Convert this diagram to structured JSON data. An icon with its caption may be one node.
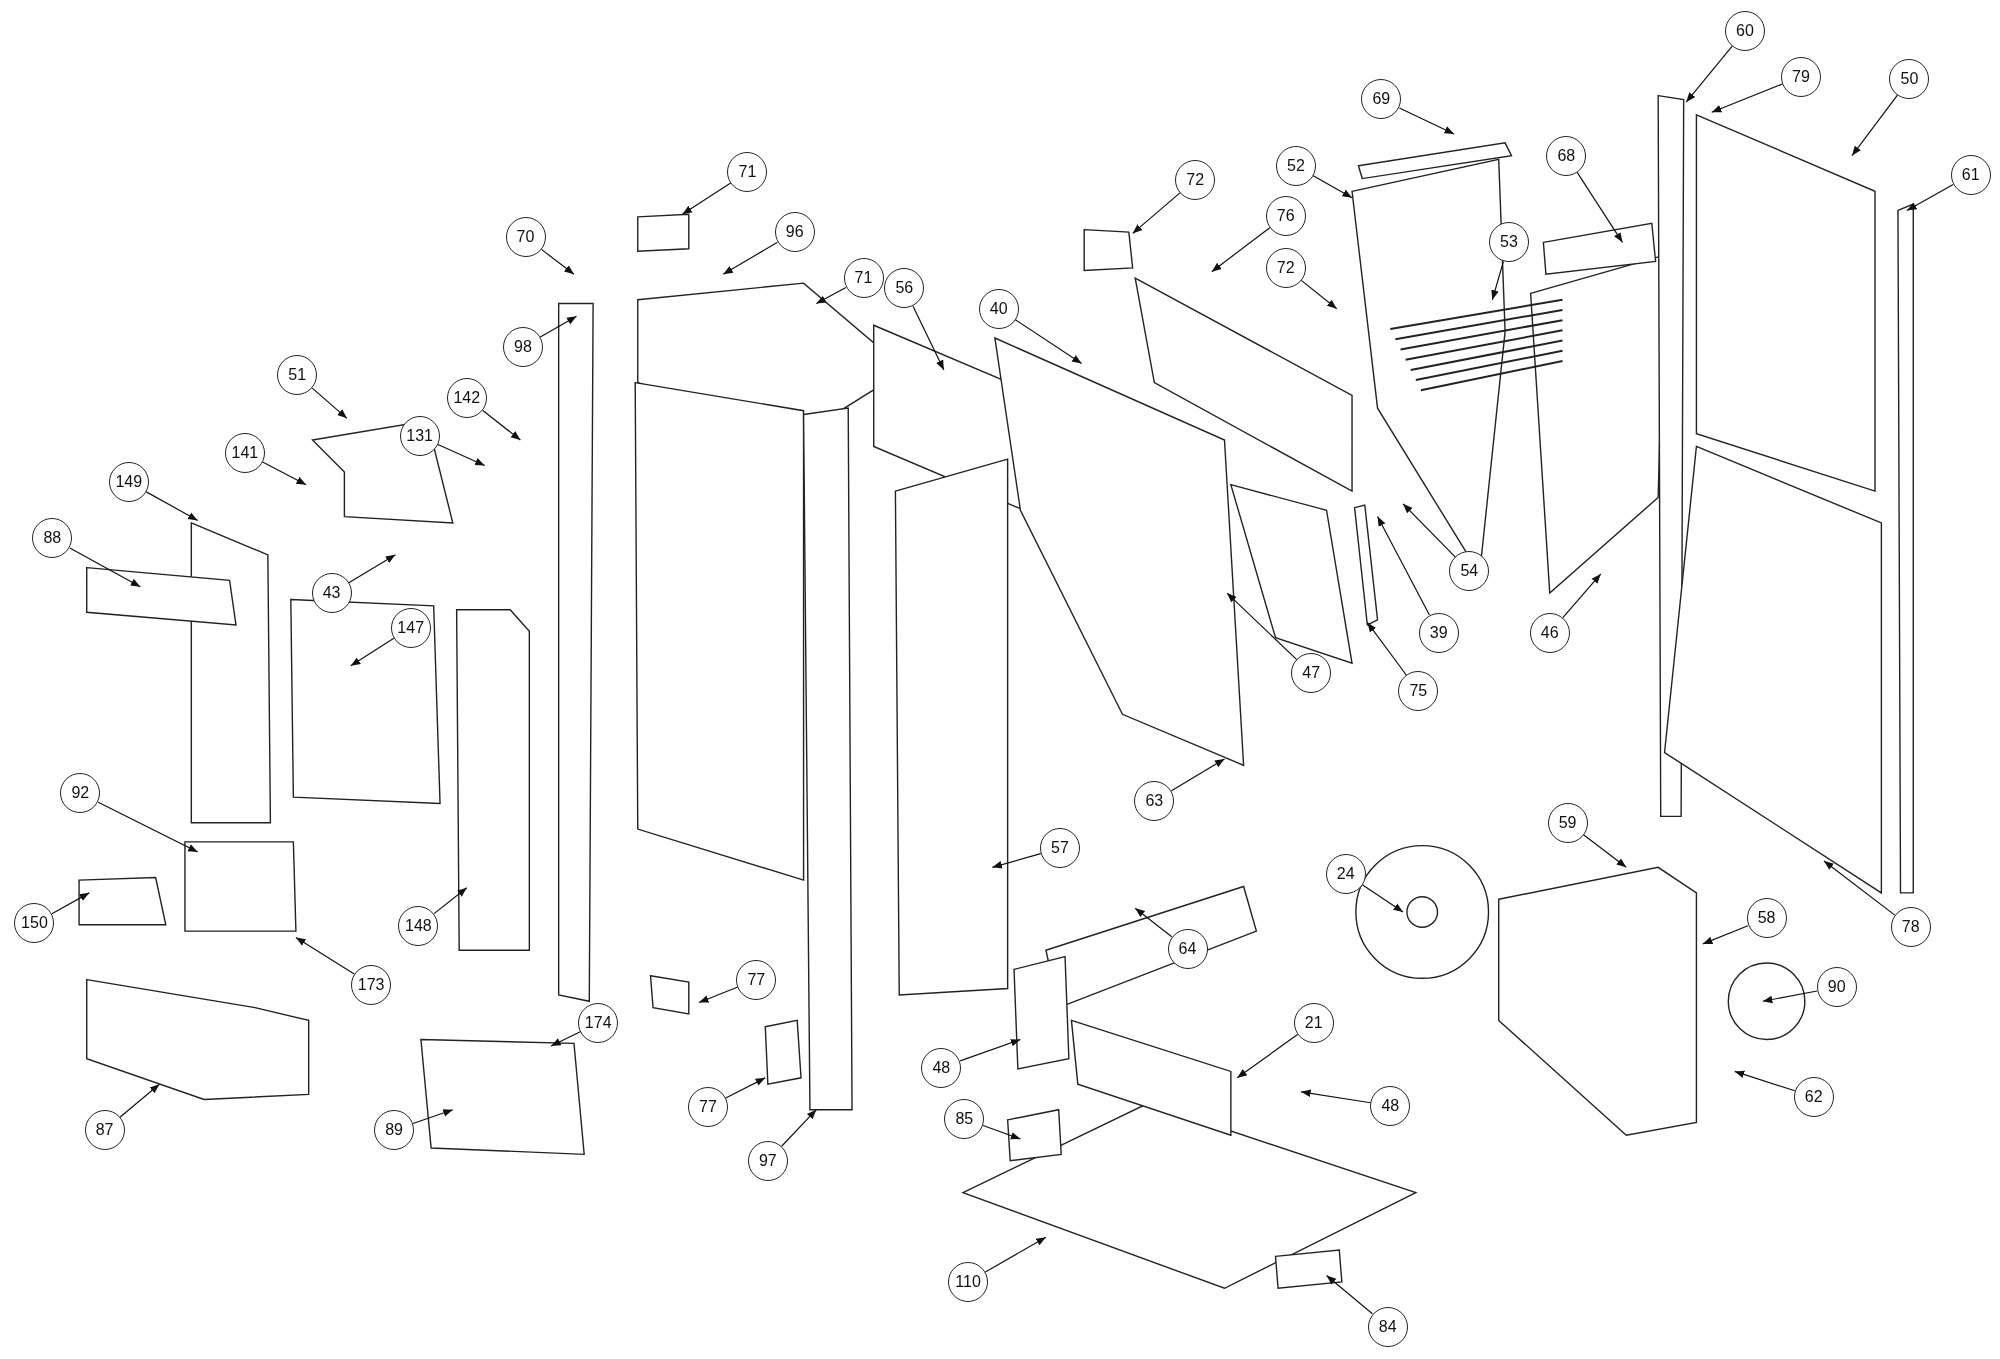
{
  "diagram": {
    "nodes": [
      {
        "text": [
          "60"
        ]
      },
      {
        "text": [
          "79"
        ]
      },
      {
        "text": [
          "50"
        ]
      },
      {
        "text": [
          "69"
        ]
      },
      {
        "text": [
          "61"
        ]
      },
      {
        "text": [
          "52"
        ]
      },
      {
        "text": [
          "68"
        ]
      },
      {
        "text": [
          "71"
        ]
      },
      {
        "text": [
          "72"
        ]
      },
      {
        "text": [
          "76"
        ]
      },
      {
        "text": [
          "96"
        ]
      },
      {
        "text": [
          "70"
        ]
      },
      {
        "text": [
          "53"
        ]
      },
      {
        "text": [
          "72"
        ]
      },
      {
        "text": [
          "71"
        ]
      },
      {
        "text": [
          "56"
        ]
      },
      {
        "text": [
          "40"
        ]
      },
      {
        "text": [
          "98"
        ]
      },
      {
        "text": [
          "51"
        ]
      },
      {
        "text": [
          "142"
        ]
      },
      {
        "text": [
          "131"
        ]
      },
      {
        "text": [
          "141"
        ]
      },
      {
        "text": [
          "149"
        ]
      },
      {
        "text": [
          "88"
        ]
      },
      {
        "text": [
          "54"
        ]
      },
      {
        "text": [
          "43"
        ]
      },
      {
        "text": [
          "147"
        ]
      },
      {
        "text": [
          "39"
        ]
      },
      {
        "text": [
          "46"
        ]
      },
      {
        "text": [
          "47"
        ]
      },
      {
        "text": [
          "75"
        ]
      },
      {
        "text": [
          "63"
        ]
      },
      {
        "text": [
          "92"
        ]
      },
      {
        "text": [
          "59"
        ]
      },
      {
        "text": [
          "57"
        ]
      },
      {
        "text": [
          "24"
        ]
      },
      {
        "text": [
          "58"
        ]
      },
      {
        "text": [
          "78"
        ]
      },
      {
        "text": [
          "150"
        ]
      },
      {
        "text": [
          "148"
        ]
      },
      {
        "text": [
          "64"
        ]
      },
      {
        "text": [
          "77"
        ]
      },
      {
        "text": [
          "173"
        ]
      },
      {
        "text": [
          "90"
        ]
      },
      {
        "text": [
          "174"
        ]
      },
      {
        "text": [
          "21"
        ]
      },
      {
        "text": [
          "48"
        ]
      },
      {
        "text": [
          "62"
        ]
      },
      {
        "text": [
          "48"
        ]
      },
      {
        "text": [
          "77"
        ]
      },
      {
        "text": [
          "85"
        ]
      },
      {
        "text": [
          "87"
        ]
      },
      {
        "text": [
          "89"
        ]
      },
      {
        "text": [
          "97"
        ]
      },
      {
        "text": [
          "110"
        ]
      },
      {
        "text": [
          "84"
        ]
      }
    ],
    "edges": [
      {
        "from": 0,
        "to": null,
        "arrow": "to"
      },
      {
        "from": 1,
        "to": null,
        "arrow": "to"
      },
      {
        "from": 2,
        "to": null,
        "arrow": "to"
      },
      {
        "from": 3,
        "to": null,
        "arrow": "to"
      },
      {
        "from": 4,
        "to": null,
        "arrow": "to"
      },
      {
        "from": 5,
        "to": null,
        "arrow": "to"
      },
      {
        "from": 6,
        "to": null,
        "arrow": "to"
      },
      {
        "from": 7,
        "to": null,
        "arrow": "to"
      },
      {
        "from": 8,
        "to": null,
        "arrow": "to"
      },
      {
        "from": 9,
        "to": null,
        "arrow": "to"
      },
      {
        "from": 10,
        "to": null,
        "arrow": "to"
      },
      {
        "from": 11,
        "to": null,
        "arrow": "to"
      },
      {
        "from": 12,
        "to": null,
        "arrow": "to"
      },
      {
        "from": 13,
        "to": null,
        "arrow": "to"
      },
      {
        "from": 14,
        "to": null,
        "arrow": "to"
      },
      {
        "from": 15,
        "to": null,
        "arrow": "to"
      },
      {
        "from": 16,
        "to": null,
        "arrow": "to"
      },
      {
        "from": 17,
        "to": null,
        "arrow": "to"
      },
      {
        "from": 18,
        "to": null,
        "arrow": "to"
      },
      {
        "from": 19,
        "to": null,
        "arrow": "to"
      },
      {
        "from": 20,
        "to": null,
        "arrow": "to"
      },
      {
        "from": 21,
        "to": null,
        "arrow": "to"
      },
      {
        "from": 22,
        "to": null,
        "arrow": "to"
      },
      {
        "from": 23,
        "to": null,
        "arrow": "to"
      },
      {
        "from": 24,
        "to": null,
        "arrow": "to"
      },
      {
        "from": 25,
        "to": null,
        "arrow": "to"
      },
      {
        "from": 26,
        "to": null,
        "arrow": "to"
      },
      {
        "from": 27,
        "to": null,
        "arrow": "to"
      },
      {
        "from": 28,
        "to": null,
        "arrow": "to"
      },
      {
        "from": 29,
        "to": null,
        "arrow": "to"
      },
      {
        "from": 30,
        "to": null,
        "arrow": "to"
      },
      {
        "from": 31,
        "to": null,
        "arrow": "to"
      },
      {
        "from": 32,
        "to": null,
        "arrow": "to"
      },
      {
        "from": 33,
        "to": null,
        "arrow": "to"
      },
      {
        "from": 34,
        "to": null,
        "arrow": "to"
      },
      {
        "from": 35,
        "to": null,
        "arrow": "to"
      },
      {
        "from": 36,
        "to": null,
        "arrow": "to"
      },
      {
        "from": 37,
        "to": null,
        "arrow": "to"
      },
      {
        "from": 38,
        "to": null,
        "arrow": "to"
      },
      {
        "from": 39,
        "to": null,
        "arrow": "to"
      },
      {
        "from": 40,
        "to": null,
        "arrow": "to"
      },
      {
        "from": 41,
        "to": null,
        "arrow": "to"
      },
      {
        "from": 42,
        "to": null,
        "arrow": "to"
      },
      {
        "from": 43,
        "to": null,
        "arrow": "to"
      },
      {
        "from": 44,
        "to": null,
        "arrow": "to"
      },
      {
        "from": 45,
        "to": null,
        "arrow": "to"
      },
      {
        "from": 46,
        "to": null,
        "arrow": "to"
      },
      {
        "from": 47,
        "to": null,
        "arrow": "to"
      },
      {
        "from": 48,
        "to": null,
        "arrow": "to"
      },
      {
        "from": 49,
        "to": null,
        "arrow": "to"
      },
      {
        "from": 50,
        "to": null,
        "arrow": "to"
      },
      {
        "from": 51,
        "to": null,
        "arrow": "to"
      },
      {
        "from": 52,
        "to": null,
        "arrow": "to"
      },
      {
        "from": 53,
        "to": null,
        "arrow": "to"
      },
      {
        "from": 54,
        "to": null,
        "arrow": "to"
      },
      {
        "from": 55,
        "to": null,
        "arrow": "to"
      }
    ]
  }
}
